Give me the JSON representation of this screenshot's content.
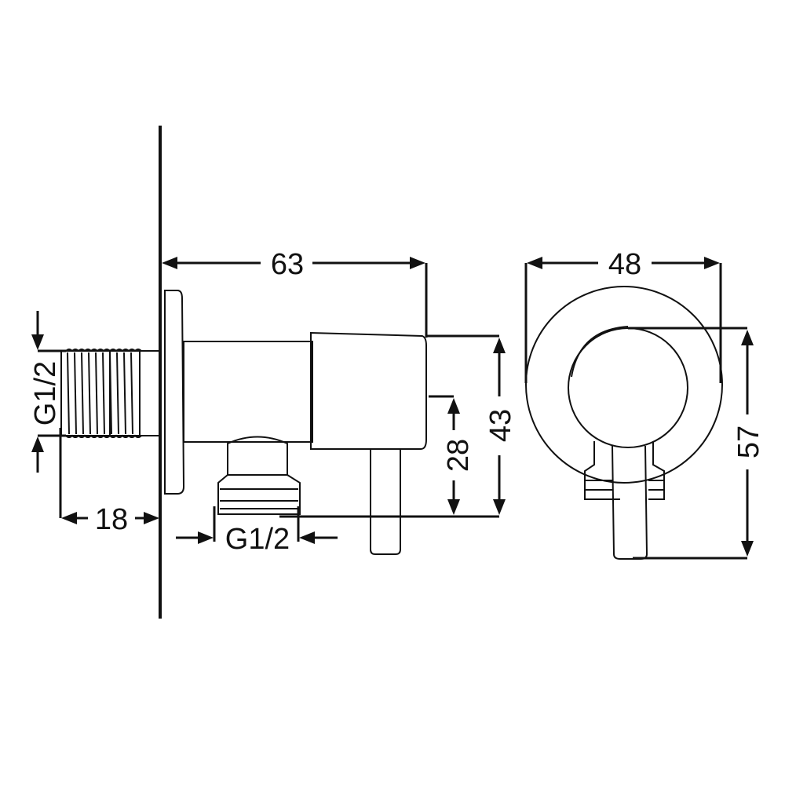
{
  "drawing": {
    "subject": "angle valve",
    "units": "mm",
    "views": [
      "side-view",
      "front-view"
    ]
  },
  "dimensions": {
    "wall_inlet_thread": "G1/2",
    "wall_inlet_length": "18",
    "overall_depth": "63",
    "body_height": "43",
    "outlet_offset": "28",
    "outlet_thread": "G1/2",
    "flange_diameter": "48",
    "front_height": "57"
  },
  "colors": {
    "line": "#111111",
    "background": "#ffffff"
  }
}
